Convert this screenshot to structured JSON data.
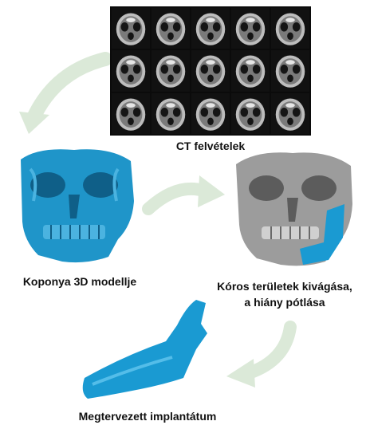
{
  "labels": {
    "ct": "CT felvételek",
    "skull_model": "Koponya 3D modellje",
    "cut_line1": "Kóros területek kivágása,",
    "cut_line2": "a hiány pótlása",
    "implant": "Megtervezett implantátum"
  },
  "colors": {
    "arrow": "#dbe9d8",
    "skull_blue": "#1f95c9",
    "skull_gray": "#9c9c9c",
    "implant_blue": "#1a9ad2",
    "ct_bg": "#0b0b0b"
  },
  "ct_slice_count": 15
}
